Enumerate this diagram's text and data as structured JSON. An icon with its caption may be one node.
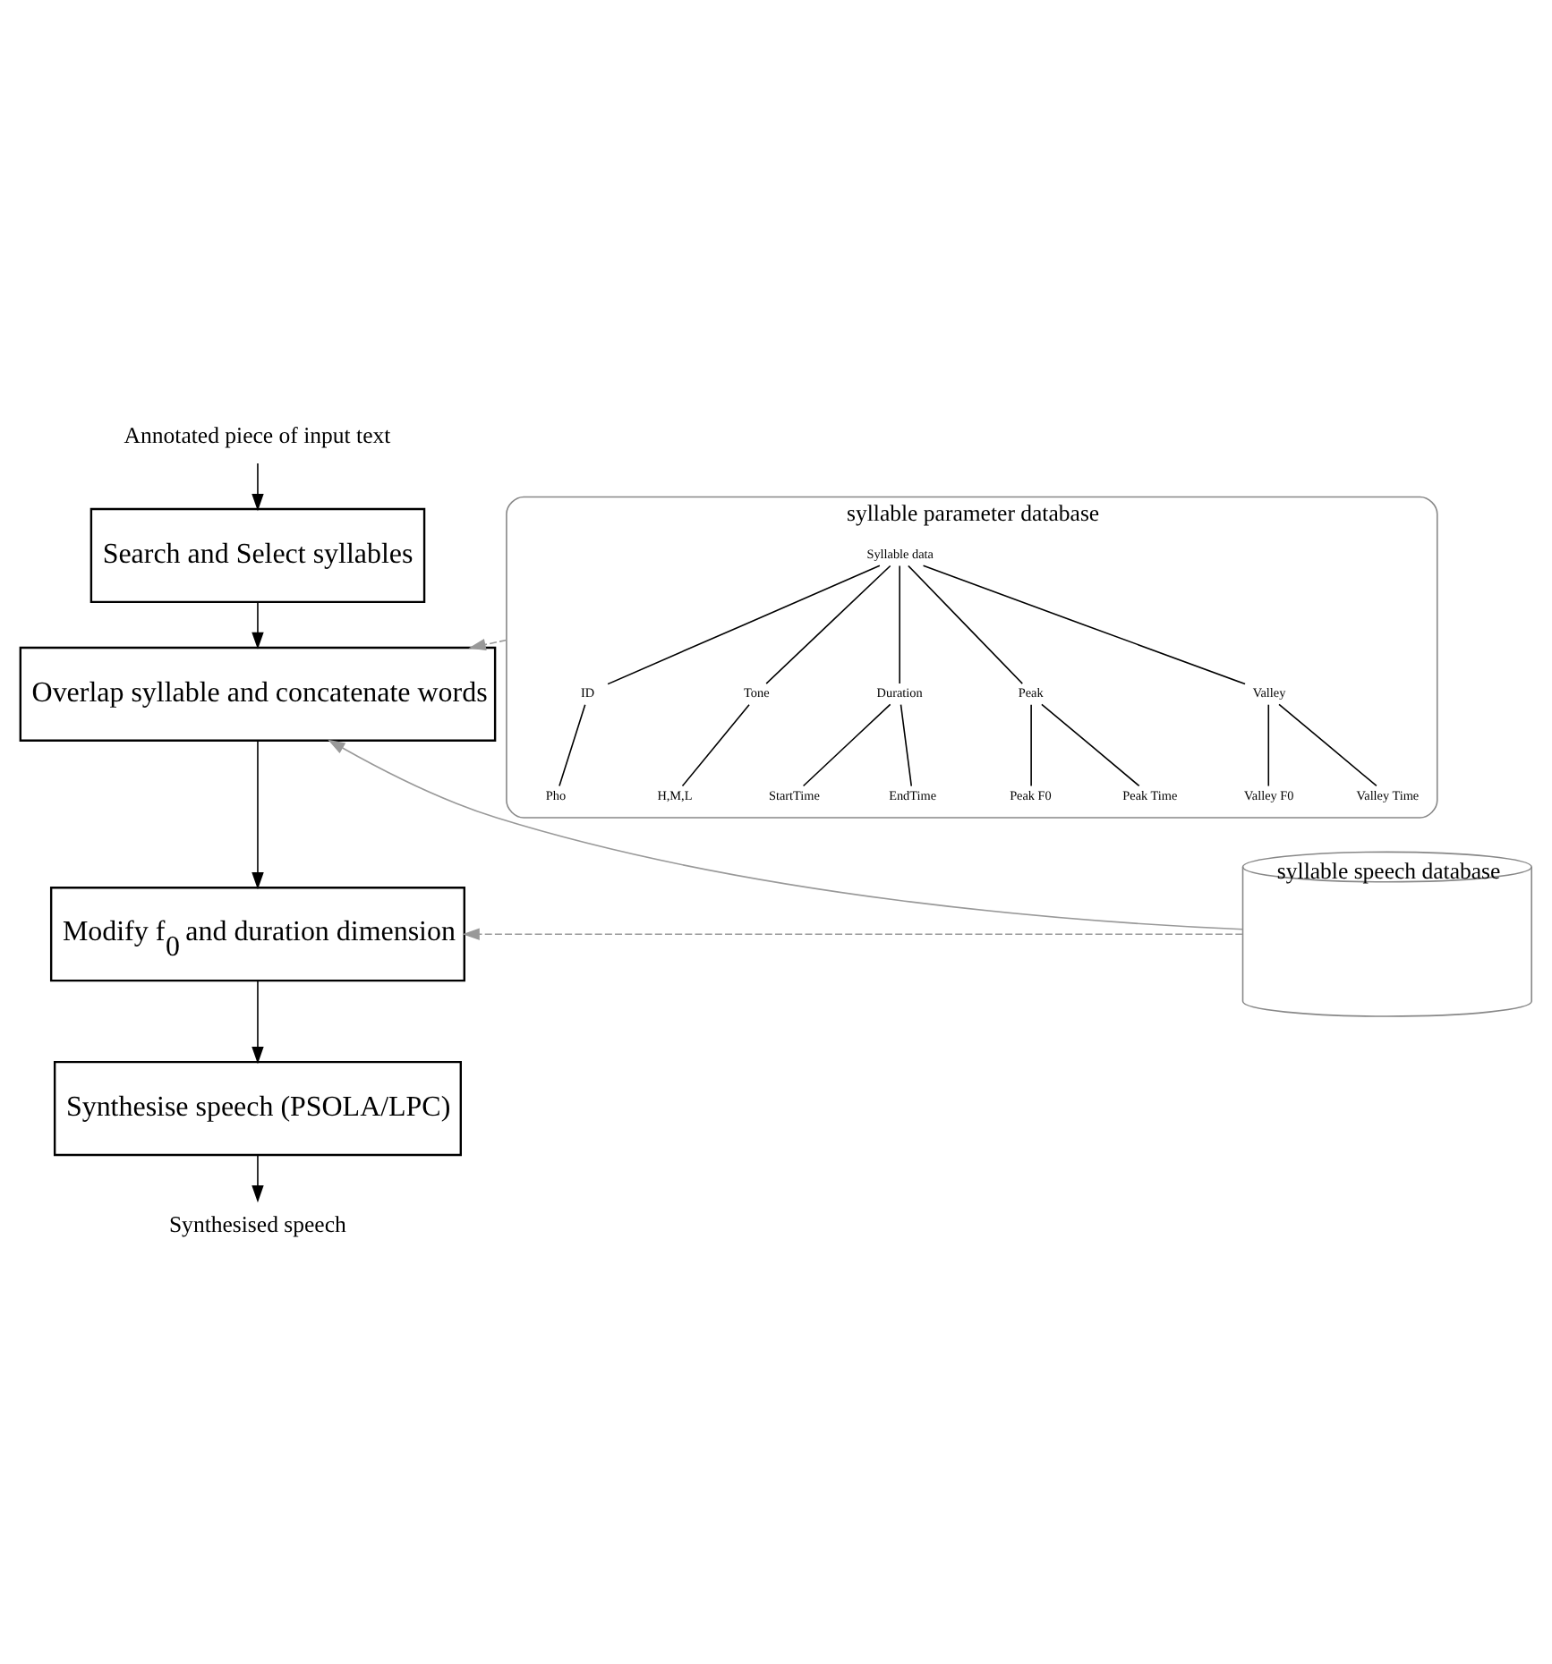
{
  "diagram": {
    "nodes": [
      {
        "text": [
          "Annotated piece of input text"
        ]
      },
      {
        "text": [
          "Search and Select syllables"
        ]
      },
      {
        "text": [
          "Overlap syllable and concatenate words"
        ]
      },
      {
        "text": [
          "Modify f$_{0}$ and duration dimension"
        ]
      },
      {
        "text": [
          "Synthesise speech (PSOLA/LPC)"
        ]
      },
      {
        "text": [
          "Synthesised speech"
        ]
      },
      {
        "text": [
          "syllable parameter database"
        ]
      },
      {
        "text": [
          "Syllable data"
        ],
        "in": 6
      },
      {
        "text": [
          "ID"
        ],
        "in": 6
      },
      {
        "text": [
          "Tone"
        ],
        "in": 6
      },
      {
        "text": [
          "Duration"
        ],
        "in": 6
      },
      {
        "text": [
          "Peak"
        ],
        "in": 6
      },
      {
        "text": [
          "Valley"
        ],
        "in": 6
      },
      {
        "text": [
          "Pho"
        ],
        "in": 6
      },
      {
        "text": [
          "H,M,L"
        ],
        "in": 6
      },
      {
        "text": [
          "StartTime"
        ],
        "in": 6
      },
      {
        "text": [
          "EndTime"
        ],
        "in": 6
      },
      {
        "text": [
          "Peak F0"
        ],
        "in": 6
      },
      {
        "text": [
          "Peak Time"
        ],
        "in": 6
      },
      {
        "text": [
          "Valley F0"
        ],
        "in": 6
      },
      {
        "text": [
          "Valley Time"
        ],
        "in": 6
      },
      {
        "text": [
          "syllable speech database"
        ]
      }
    ],
    "edges": [
      {
        "from": 0,
        "to": 1,
        "arrow": "to"
      },
      {
        "from": 1,
        "to": 2,
        "arrow": "to"
      },
      {
        "from": 2,
        "to": 3,
        "arrow": "to"
      },
      {
        "from": 3,
        "to": 4,
        "arrow": "to"
      },
      {
        "from": 4,
        "to": 5,
        "arrow": "to"
      },
      {
        "from": 6,
        "to": 2,
        "arrow": "to",
        "style": "dashed",
        "color": "#999999"
      },
      {
        "from": 21,
        "to": 2,
        "arrow": "to",
        "color": "#999999"
      },
      {
        "from": 21,
        "to": 3,
        "arrow": "to",
        "style": "dashed",
        "color": "#999999"
      },
      {
        "from": 7,
        "to": 8,
        "arrow": "none"
      },
      {
        "from": 7,
        "to": 9,
        "arrow": "none"
      },
      {
        "from": 7,
        "to": 10,
        "arrow": "none"
      },
      {
        "from": 7,
        "to": 11,
        "arrow": "none"
      },
      {
        "from": 7,
        "to": 12,
        "arrow": "none"
      },
      {
        "from": 8,
        "to": 13,
        "arrow": "none"
      },
      {
        "from": 9,
        "to": 14,
        "arrow": "none"
      },
      {
        "from": 10,
        "to": 15,
        "arrow": "none"
      },
      {
        "from": 10,
        "to": 16,
        "arrow": "none"
      },
      {
        "from": 11,
        "to": 17,
        "arrow": "none"
      },
      {
        "from": 11,
        "to": 18,
        "arrow": "none"
      },
      {
        "from": 12,
        "to": 19,
        "arrow": "none"
      },
      {
        "from": 12,
        "to": 20,
        "arrow": "none"
      }
    ]
  }
}
